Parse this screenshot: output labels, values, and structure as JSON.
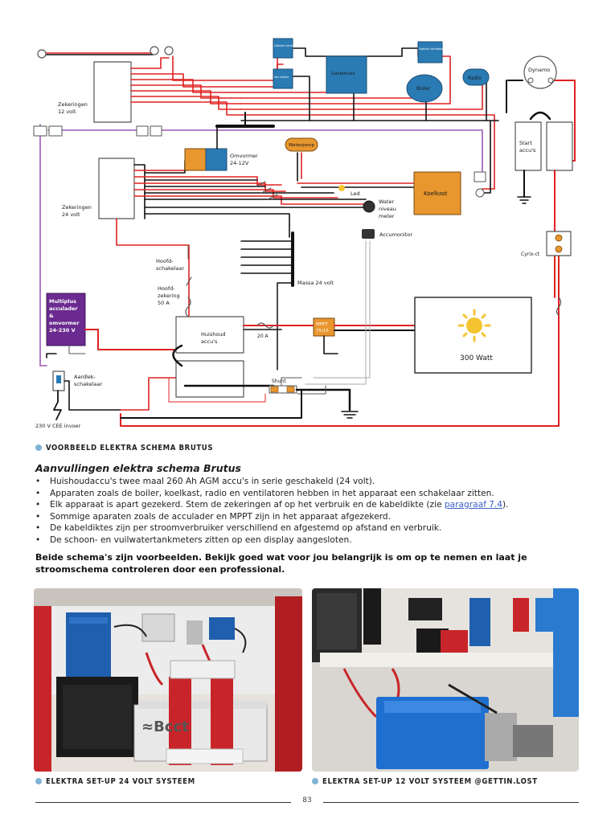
{
  "diagram": {
    "labels": {
      "zekeringen12": "Zekeringen",
      "zekeringen12b": "12 volt",
      "zekeringen24": "Zekeringen",
      "zekeringen24b": "24 volt",
      "omvormer": "Omvormer",
      "omvormer_b": "24-12V",
      "waterpomp": "Waterpomp",
      "gasfornuis": "Gasfornuis",
      "boiler": "Boiler",
      "radio": "Radio",
      "dynamo": "Dynamo",
      "start1": "Start",
      "start2": "accu's",
      "led": "Led",
      "water1": "Water",
      "water2": "niveau",
      "water3": "meter",
      "koelkast": "Koelkast",
      "accumonitor": "Accumonitor",
      "cyrix": "Cyrix-ct",
      "hoofdschakelaar1": "Hoofd-",
      "hoofdschakelaar2": "schakelaar",
      "hoofdzekering1": "Hoofd-",
      "hoofdzekering2": "zekering",
      "hoofdzekering3": "50 A",
      "massa": "Massa 24 volt",
      "multiplus1": "Multiplus",
      "multiplus2": "acculader",
      "multiplus3": "&",
      "multiplus4": "omvormer",
      "multiplus5": "24-230 V",
      "huishoud1": "Huishoud",
      "huishoud2": "accu's",
      "fuse20": "20 A",
      "mppt1": "MPPT",
      "mppt2": "75/15",
      "solar": "300 Watt",
      "shunt": "Shunt",
      "aardlek1": "Aardlek-",
      "aardlek2": "schakelaar",
      "cee": "230 V CEE invoer",
      "dakluik1": "Dakluik ventilator",
      "dakluik2": "Dakluik ventilator",
      "dakluik3": "Ven-tilator"
    },
    "colors": {
      "wire_red": "#e02020",
      "wire_black": "#111111",
      "wire_purple": "#9b59b6",
      "orange": "#e8962e",
      "blue": "#2a7bb4",
      "multiplus": "#6a2a8f"
    }
  },
  "caption1": "Voorbeeld elektra schema Brutus",
  "section": {
    "title": "Aanvullingen elektra schema Brutus",
    "items": [
      "Huishoudaccu's twee maal 260 Ah AGM accu's in serie geschakeld (24 volt).",
      "Apparaten zoals de boiler, koelkast, radio en ventilatoren hebben in het apparaat een schakelaar zitten.",
      "Elk apparaat is apart gezekerd. Stem de zekeringen af op het verbruik en de kabeldikte (zie ",
      "Sommige aparaten zoals de acculader en MPPT zijn in het apparaat afgezekerd.",
      "De kabeldiktes zijn per stroomverbruiker verschillend en afgestemd op afstand en verbruik.",
      "De schoon- en vuilwatertankmeters zitten op een display aangesloten."
    ],
    "item3_link": "paragraaf 7.4",
    "item3_end": ")."
  },
  "warning": "Beide schema's zijn voorbeelden. Bekijk goed wat voor jou belangrijk is om op te nemen en laat je stroomschema controleren door een professional.",
  "photo1_brand": "≈Bcct",
  "caption2": "Elektra set-up 24 volt systeem",
  "caption3": "Elektra set-up 12 volt systeem @gettin.lost",
  "page_number": "83"
}
